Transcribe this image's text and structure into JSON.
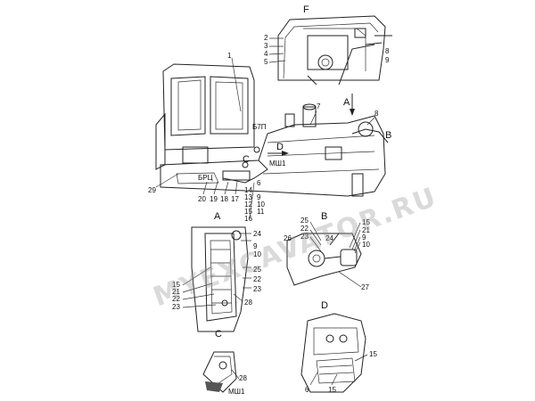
{
  "watermark": "MYEXCAVATOR.RU",
  "views": {
    "F": "F",
    "A_arrow": "A",
    "B_arrow": "B",
    "D_arrow": "D",
    "C_arrow": "C",
    "A": "A",
    "B": "B",
    "C": "C",
    "D": "D"
  },
  "labels": {
    "f2": "2",
    "f3": "3",
    "f4": "4",
    "f5": "5",
    "f8": "8",
    "f9": "9",
    "m1": "1",
    "m7": "7",
    "m8": "8",
    "m29": "29",
    "m20": "20",
    "m19": "19",
    "m18": "18",
    "m17": "17",
    "m6": "6",
    "m9": "9",
    "m10": "10",
    "m11": "11",
    "m12": "12",
    "m13": "13",
    "m14": "14",
    "m15": "15",
    "m16": "16",
    "a24": "24",
    "a9": "9",
    "a10": "10",
    "a25": "25",
    "a22": "22",
    "a23": "23",
    "a15": "15",
    "a21": "21",
    "a22b": "22",
    "a23b": "23",
    "a28": "28",
    "b25": "25",
    "b22": "22",
    "b23": "23",
    "b26": "26",
    "b24": "24",
    "b15": "15",
    "b21": "21",
    "b9": "9",
    "b10": "10",
    "b27": "27",
    "c28": "28",
    "cmw1": "МШ1",
    "d15": "15",
    "d6": "6",
    "d15b": "15",
    "mmw1": "МШ1",
    "mbpu": "БРЦ",
    "mbrp": "Б7П"
  }
}
